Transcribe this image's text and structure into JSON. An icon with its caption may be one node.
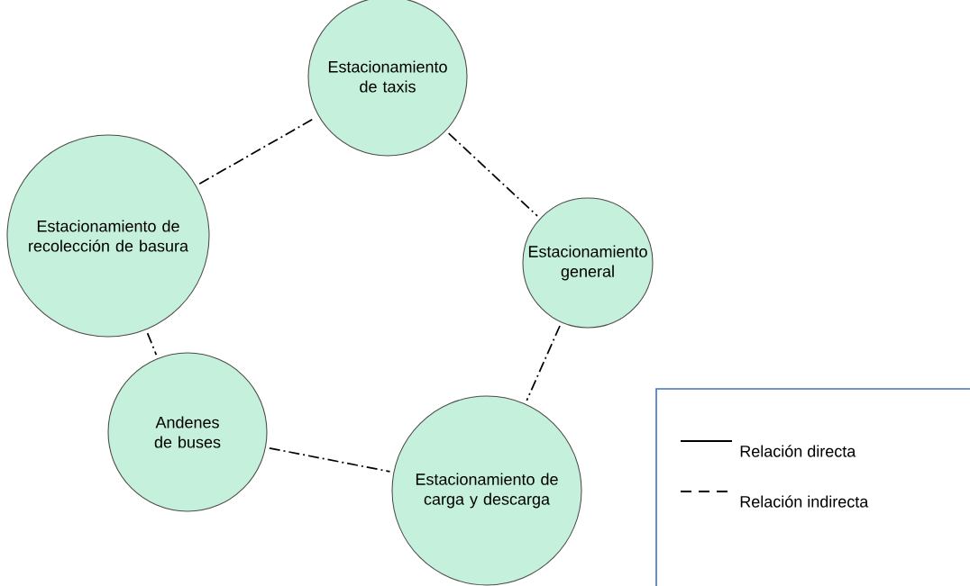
{
  "diagram": {
    "nodes": [
      {
        "text": [
          "Estacionamiento de taxis"
        ]
      },
      {
        "text": [
          "Estacionamiento de recolección de basura"
        ]
      },
      {
        "text": [
          "Estacionamiento general"
        ]
      },
      {
        "text": [
          "Andenes de buses"
        ]
      },
      {
        "text": [
          "Estacionamiento de carga y descarga"
        ]
      }
    ],
    "edges": [
      {
        "from": 1,
        "to": 0,
        "arrow": "none",
        "style": "dashed"
      },
      {
        "from": 0,
        "to": 2,
        "arrow": "none",
        "style": "dashed"
      },
      {
        "from": 2,
        "to": 4,
        "arrow": "none",
        "style": "dashed"
      },
      {
        "from": 3,
        "to": 4,
        "arrow": "none",
        "style": "dashed"
      },
      {
        "from": 1,
        "to": 3,
        "arrow": "none",
        "style": "dashed"
      }
    ],
    "legend": [
      {
        "text": "Relación directa"
      },
      {
        "text": "Relación indirecta"
      }
    ]
  }
}
